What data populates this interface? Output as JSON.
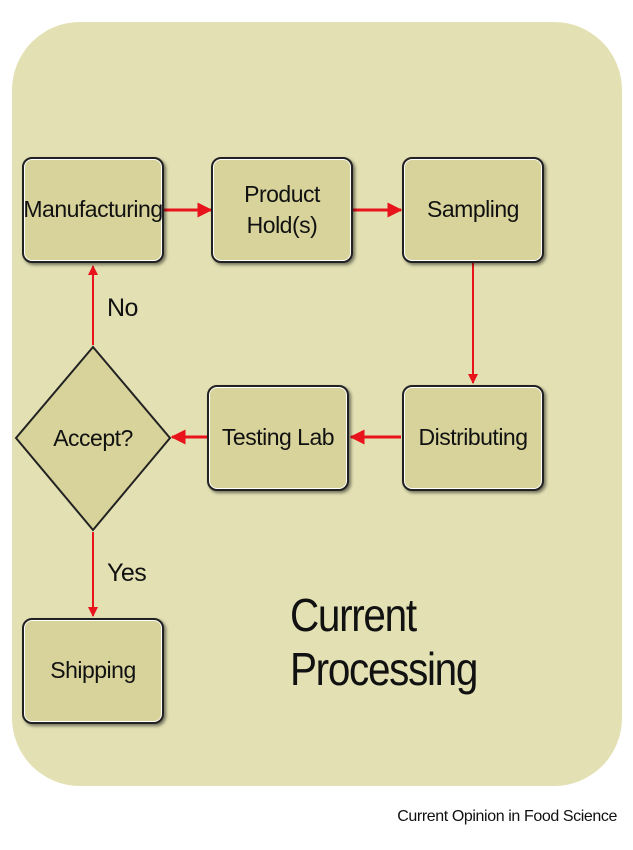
{
  "diagram": {
    "title": "Current Processing",
    "nodes": {
      "manufacturing": "Manufacturing",
      "product_holds": "Product\nHold(s)",
      "sampling": "Sampling",
      "distributing": "Distributing",
      "testing_lab": "Testing Lab",
      "accept": "Accept?",
      "shipping": "Shipping"
    },
    "edges": {
      "no_label": "No",
      "yes_label": "Yes"
    },
    "colors": {
      "panel": "#e3e1b4",
      "node_fill": "#d7d39a",
      "arrow": "#e8131b",
      "border": "#222222"
    }
  },
  "footer": {
    "credit": "Current Opinion in Food Science"
  }
}
